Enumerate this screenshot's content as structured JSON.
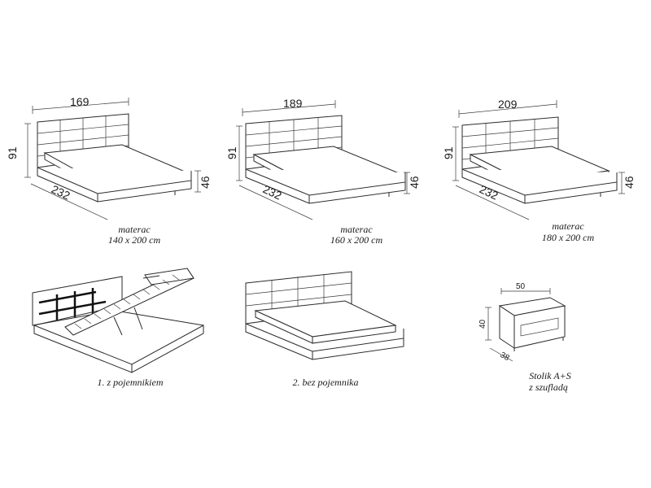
{
  "beds": [
    {
      "width": "169",
      "headboard_height": "91",
      "length": "232",
      "frame_height": "46",
      "caption_line1": "materac",
      "caption_line2": "140 x 200 cm"
    },
    {
      "width": "189",
      "headboard_height": "91",
      "length": "232",
      "frame_height": "46",
      "caption_line1": "materac",
      "caption_line2": "160 x 200 cm"
    },
    {
      "width": "209",
      "headboard_height": "91",
      "length": "232",
      "frame_height": "46",
      "caption_line1": "materac",
      "caption_line2": "180 x 200 cm"
    }
  ],
  "variants": [
    {
      "caption": "1. z pojemnikiem"
    },
    {
      "caption": "2. bez pojemnika"
    }
  ],
  "nightstand": {
    "width": "50",
    "height": "40",
    "depth": "38",
    "caption_line1": "Stolik A+S",
    "caption_line2": "z szufladą"
  }
}
